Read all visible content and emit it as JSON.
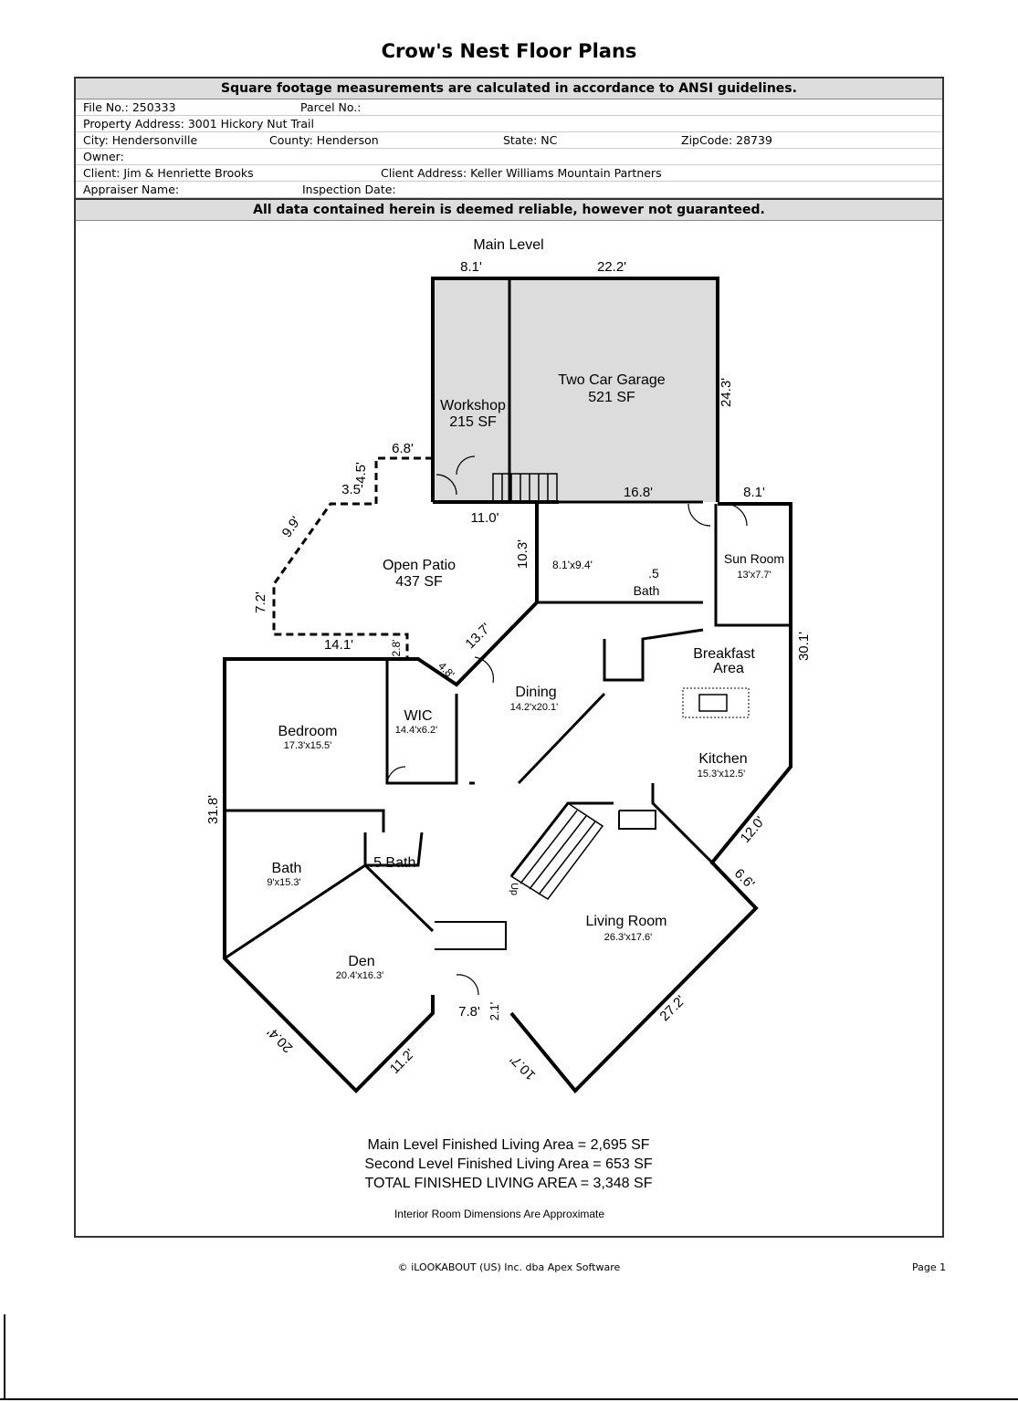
{
  "title": "Crow's Nest Floor Plans",
  "header": {
    "ansi_notice": "Square footage measurements are calculated in accordance to ANSI guidelines.",
    "file_no": "File No.: 250333",
    "parcel_no": "Parcel No.:",
    "property_address": "Property Address: 3001 Hickory Nut Trail",
    "city": "City: Hendersonville",
    "county": "County: Henderson",
    "state": "State: NC",
    "zip": "ZipCode: 28739",
    "owner": "Owner:",
    "client": "Client: Jim & Henriette Brooks",
    "client_address": "Client Address: Keller Williams Mountain Partners",
    "appraiser": "Appraiser Name:",
    "inspection_date": "Inspection Date:",
    "disclaimer": "All data contained herein is deemed reliable, however not guaranteed."
  },
  "plan": {
    "level": "Main Level",
    "rooms": {
      "garage": {
        "name": "Two Car Garage",
        "area": "521 SF"
      },
      "workshop": {
        "name": "Workshop",
        "area": "215 SF"
      },
      "patio": {
        "name": "Open Patio",
        "area": "437 SF"
      },
      "laundry": {
        "size": "8.1'x9.4'"
      },
      "half_bath_top": {
        "num": ".5",
        "name": "Bath"
      },
      "sun_room": {
        "name": "Sun Room",
        "size": "13'x7.7'"
      },
      "breakfast": {
        "name1": "Breakfast",
        "name2": "Area"
      },
      "dining": {
        "name": "Dining",
        "size": "14.2'x20.1'"
      },
      "wic": {
        "name": "WIC",
        "size": "14.4'x6.2'"
      },
      "bedroom": {
        "name": "Bedroom",
        "size": "17.3'x15.5'"
      },
      "kitchen": {
        "name": "Kitchen",
        "size": "15.3'x12.5'"
      },
      "bath": {
        "name": "Bath",
        "size": "9'x15.3'"
      },
      "half_bath": {
        "name": ".5 Bath"
      },
      "den": {
        "name": "Den",
        "size": "20.4'x16.3'"
      },
      "living": {
        "name": "Living Room",
        "size": "26.3'x17.6'"
      },
      "stairs": {
        "label": "Up"
      }
    },
    "dimensions": [
      "8.1'",
      "22.2'",
      "24.3'",
      "6.8'",
      "4.5'",
      "3.5'",
      "16.8'",
      "8.1'",
      "11.0'",
      "9.9'",
      "10.3'",
      "7.2'",
      "14.1'",
      "2.8'",
      "13.7'",
      "4.8'",
      "30.1'",
      "31.8'",
      "12.0'",
      "6.6'",
      "27.2'",
      "7.8'",
      "2.1'",
      "10.7'",
      "11.2'",
      "20.4'"
    ]
  },
  "summary": {
    "main": "Main Level Finished Living Area = 2,695 SF",
    "second": "Second Level Finished Living Area = 653 SF",
    "total": "TOTAL FINISHED LIVING AREA = 3,348 SF",
    "note": "Interior Room Dimensions Are Approximate"
  },
  "footer": {
    "copyright": "© iLOOKABOUT (US) Inc. dba Apex Software",
    "page": "Page 1"
  }
}
